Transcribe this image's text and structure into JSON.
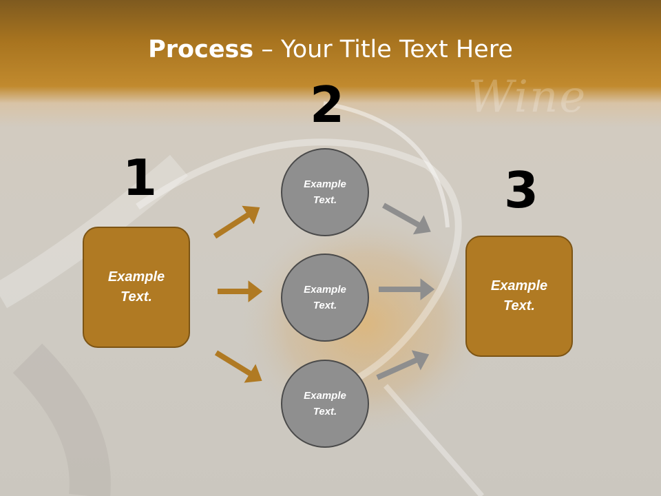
{
  "title": {
    "bold": "Process",
    "rest": " – Your Title Text Here"
  },
  "watermark": "Wine",
  "steps": [
    "1",
    "2",
    "3"
  ],
  "left_box": {
    "label": "Example\nText."
  },
  "right_box": {
    "label": "Example\nText."
  },
  "circles": [
    {
      "label": "Example\nText."
    },
    {
      "label": "Example\nText."
    },
    {
      "label": "Example\nText."
    }
  ],
  "colors": {
    "accent": "#b07a23",
    "arrow_gold": "#b07a23",
    "arrow_gray": "#8e8e8e",
    "circle_fill": "#8f8f8f"
  }
}
